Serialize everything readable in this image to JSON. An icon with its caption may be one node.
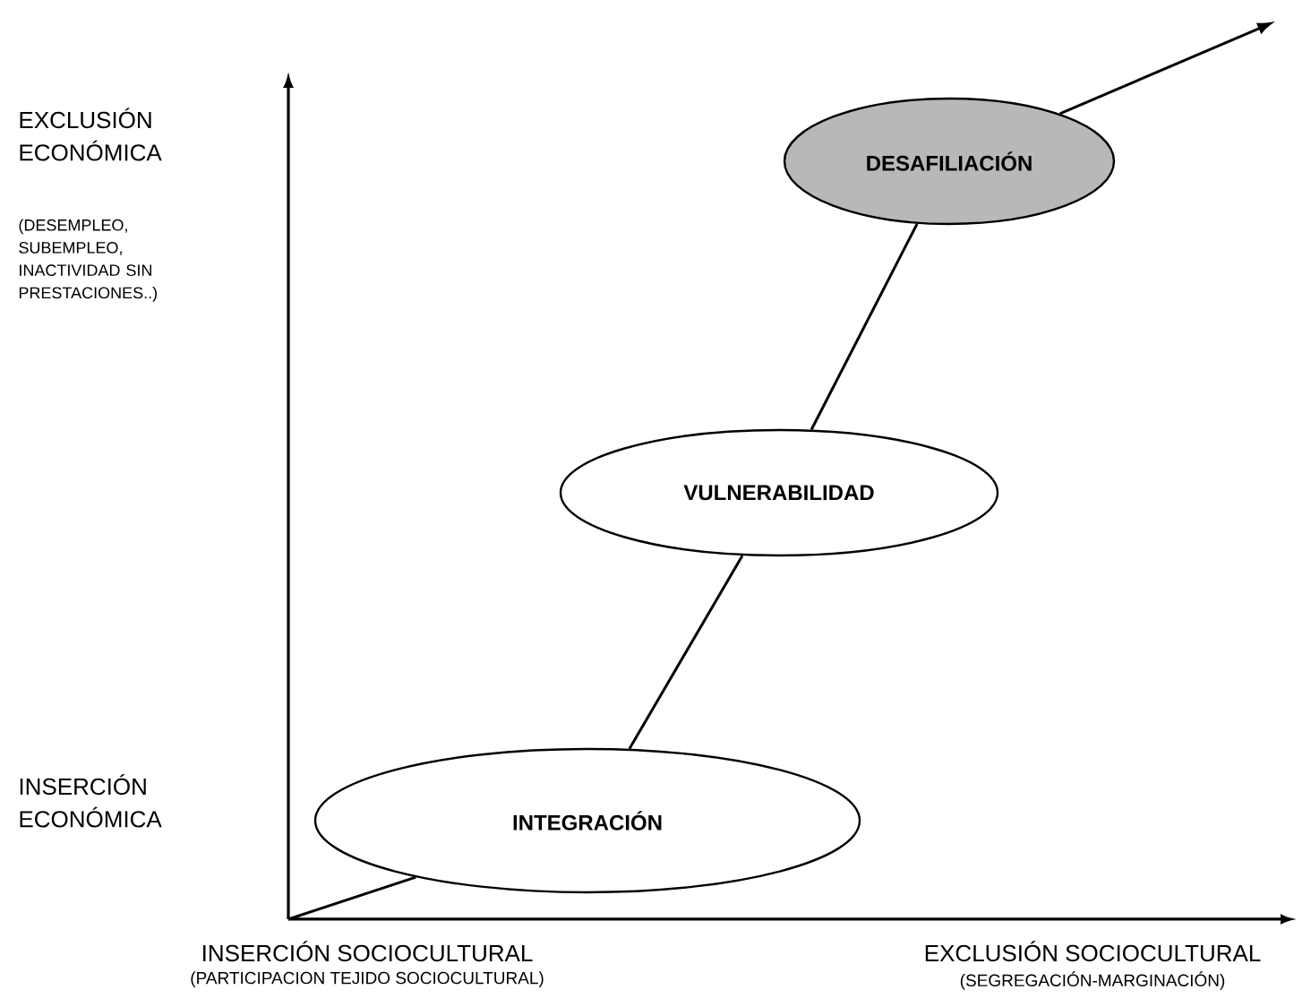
{
  "diagram": {
    "nodes": [
      {
        "text": [
          "INTEGRACIÓN"
        ]
      },
      {
        "text": [
          "VULNERABILIDAD"
        ]
      },
      {
        "text": [
          "DESAFILIACIÓN"
        ]
      }
    ],
    "edges": [
      {
        "from": null,
        "to": 0,
        "arrow": "none"
      },
      {
        "from": 0,
        "to": 1,
        "arrow": "none"
      },
      {
        "from": 1,
        "to": 2,
        "arrow": "none"
      },
      {
        "from": 2,
        "to": null,
        "arrow": "to"
      }
    ],
    "labels": [
      "EXCLUSIÓN ECONÓMICA",
      "(DESEMPLEO, SUBEMPLEO, INACTIVIDAD SIN PRESTACIONES..)",
      "INSERCIÓN ECONÓMICA",
      "INSERCIÓN SOCIOCULTURAL",
      "(PARTICIPACION TEJIDO SOCIOCULTURAL)",
      "EXCLUSIÓN SOCIOCULTURAL",
      "(SEGREGACIÓN-MARGINACIÓN)"
    ]
  }
}
